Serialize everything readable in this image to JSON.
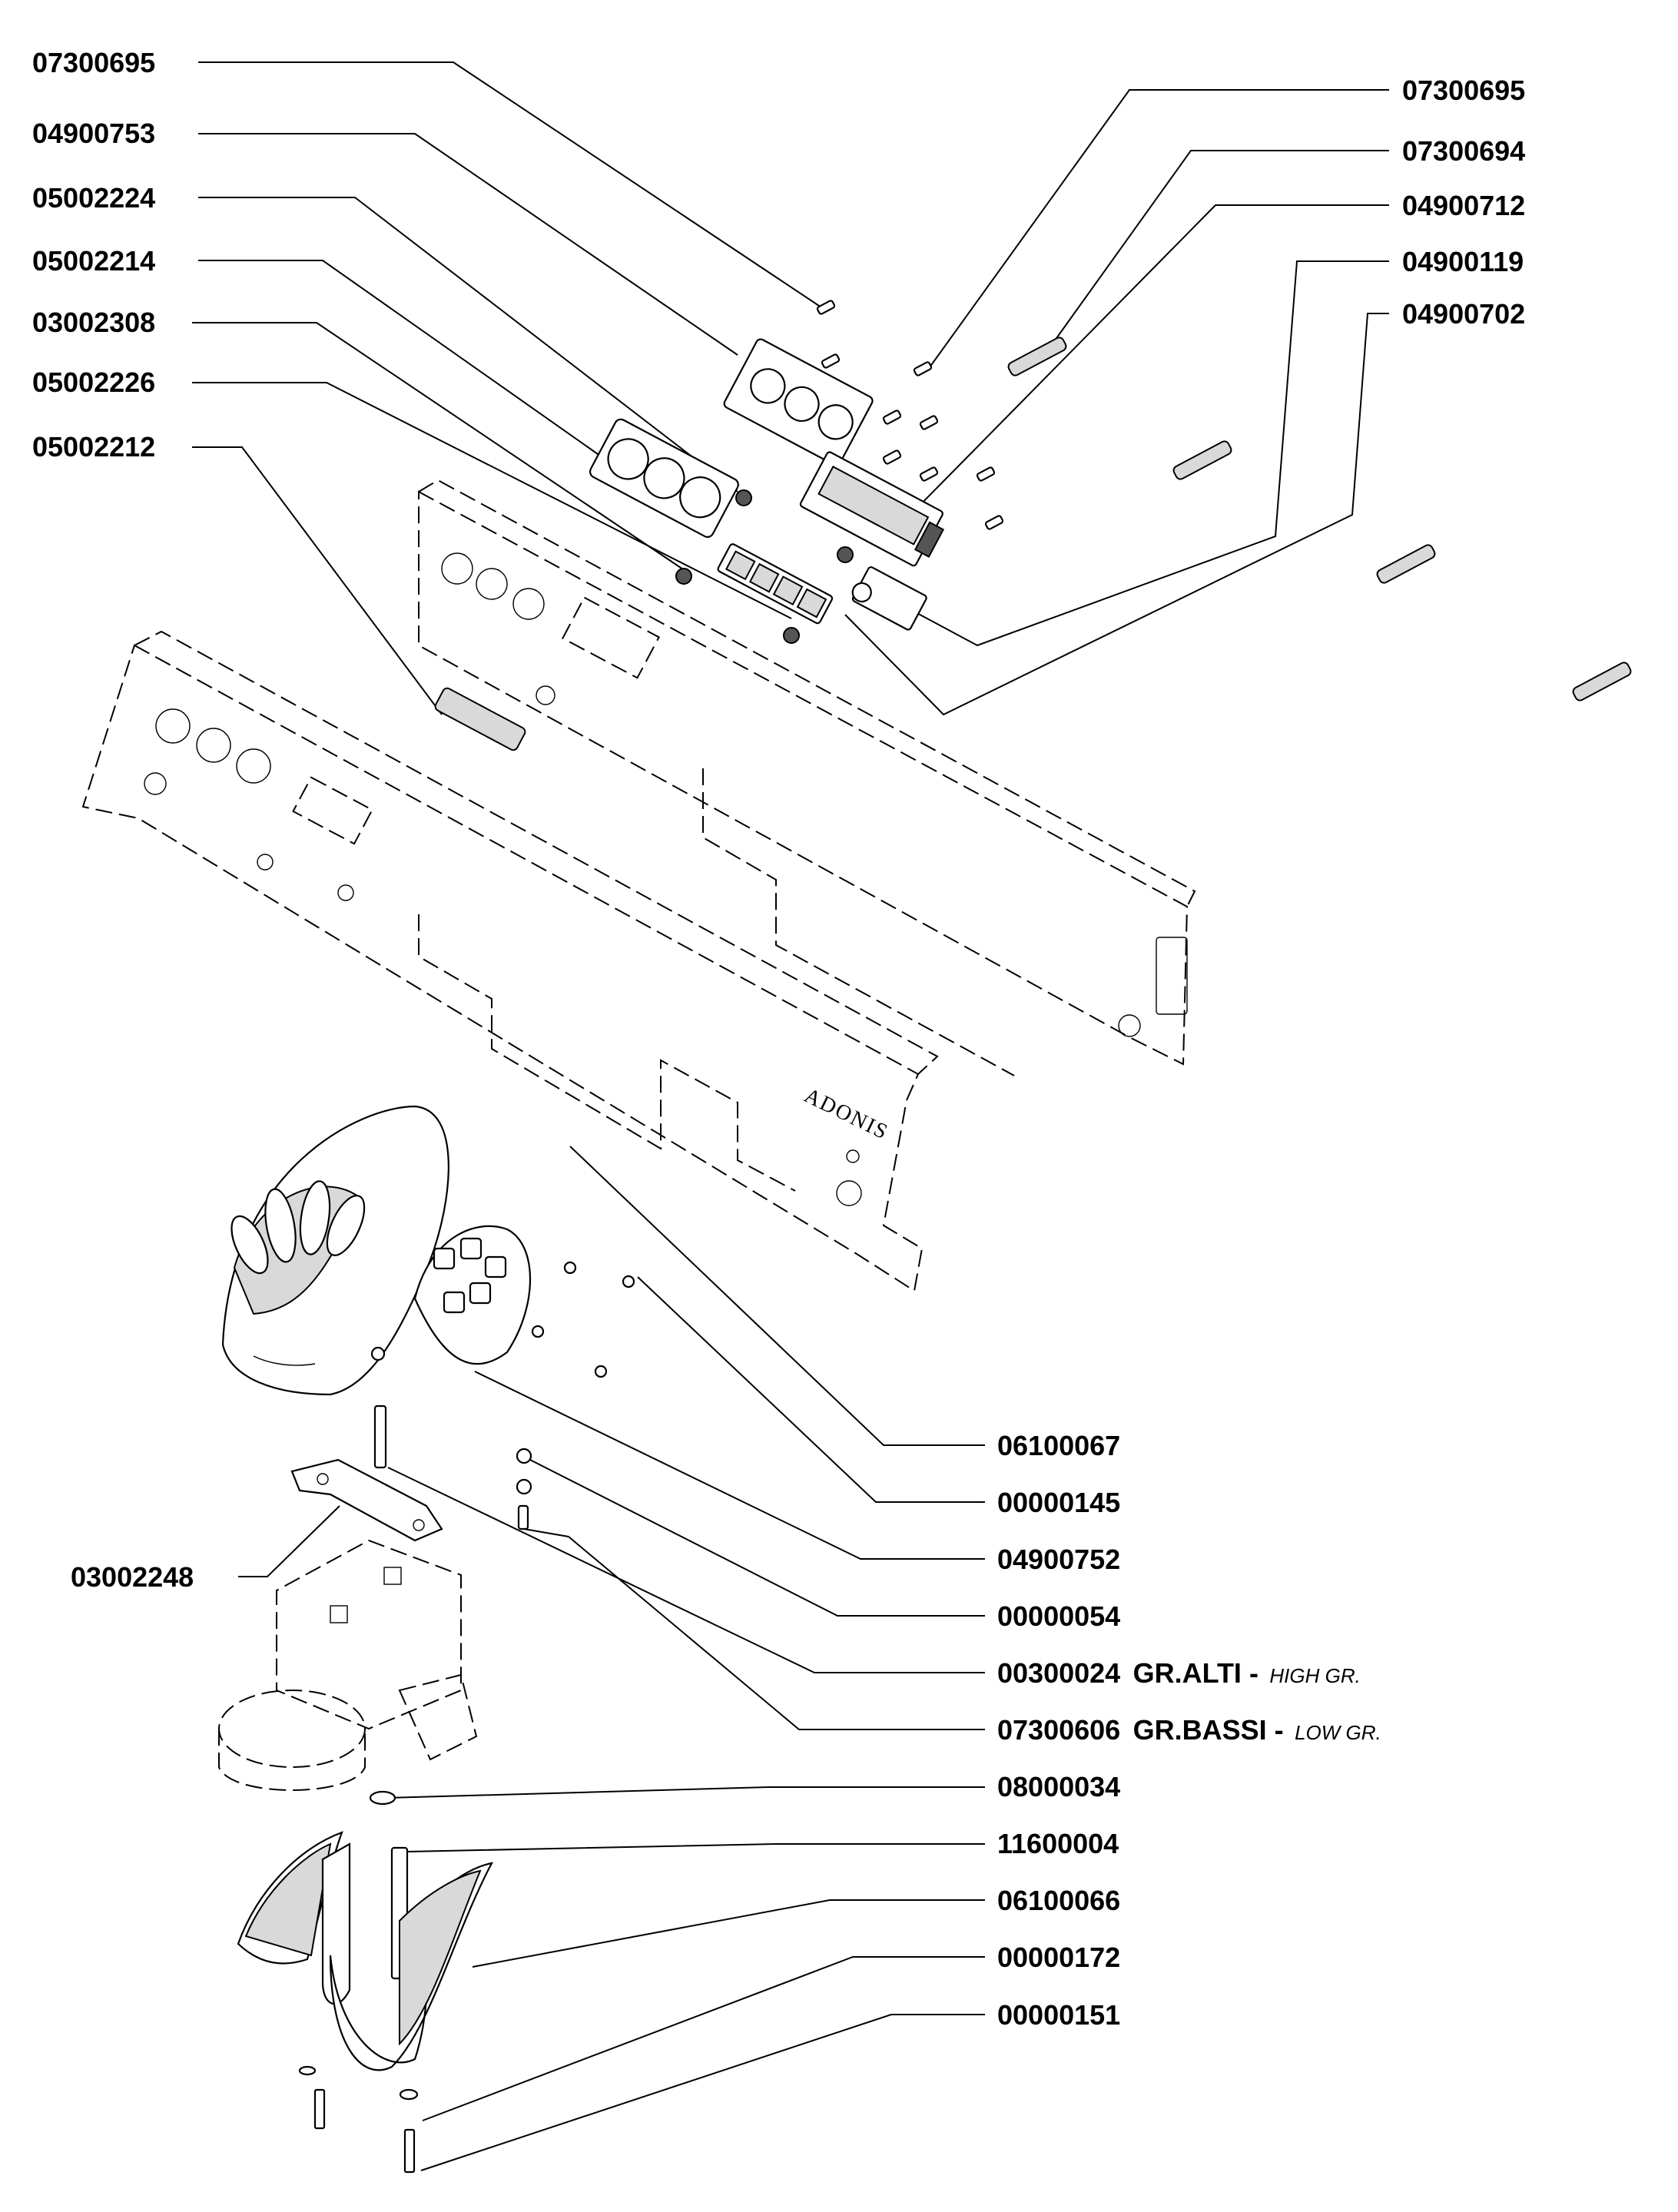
{
  "diagram": {
    "panel_marking": "ADONIS",
    "labels_left": [
      {
        "code": "07300695"
      },
      {
        "code": "04900753"
      },
      {
        "code": "05002224"
      },
      {
        "code": "05002214"
      },
      {
        "code": "03002308"
      },
      {
        "code": "05002226"
      },
      {
        "code": "05002212"
      },
      {
        "code": "03002248"
      }
    ],
    "labels_right": [
      {
        "code": "07300695"
      },
      {
        "code": "07300694"
      },
      {
        "code": "04900712"
      },
      {
        "code": "04900119"
      },
      {
        "code": "04900702"
      }
    ],
    "labels_bottom": [
      {
        "code": "06100067",
        "note": "",
        "sub": ""
      },
      {
        "code": "00000145",
        "note": "",
        "sub": ""
      },
      {
        "code": "04900752",
        "note": "",
        "sub": ""
      },
      {
        "code": "00000054",
        "note": "",
        "sub": ""
      },
      {
        "code": "00300024",
        "note": "GR.ALTI -",
        "sub": "HIGH GR."
      },
      {
        "code": "07300606",
        "note": "GR.BASSI -",
        "sub": "LOW GR."
      },
      {
        "code": "08000034",
        "note": "",
        "sub": ""
      },
      {
        "code": "11600004",
        "note": "",
        "sub": ""
      },
      {
        "code": "06100066",
        "note": "",
        "sub": ""
      },
      {
        "code": "00000172",
        "note": "",
        "sub": ""
      },
      {
        "code": "00000151",
        "note": "",
        "sub": ""
      }
    ]
  }
}
